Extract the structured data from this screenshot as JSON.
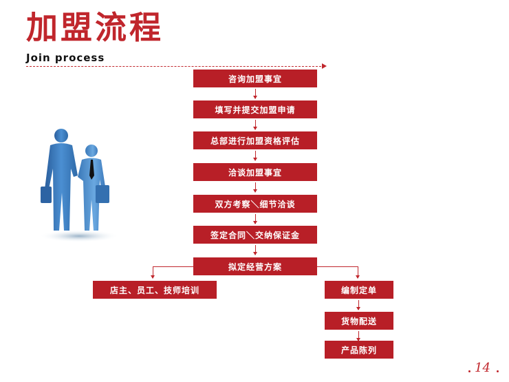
{
  "title": "加盟流程",
  "subtitle": "Join process",
  "steps": [
    "咨询加盟事宜",
    "填写并提交加盟申请",
    "总部进行加盟资格评估",
    "洽谈加盟事宜",
    "双方考察＼细节洽谈",
    "签定合同＼交纳保证金",
    "拟定经营方案"
  ],
  "left_branch": "店主、员工、技师培训",
  "right_branch": [
    "编制定单",
    "货物配送",
    "产品陈列"
  ],
  "page_number": "14",
  "colors": {
    "accent": "#b81f27",
    "figure": "#3a7fc4"
  },
  "figure_icon": "business-handshake-figures"
}
